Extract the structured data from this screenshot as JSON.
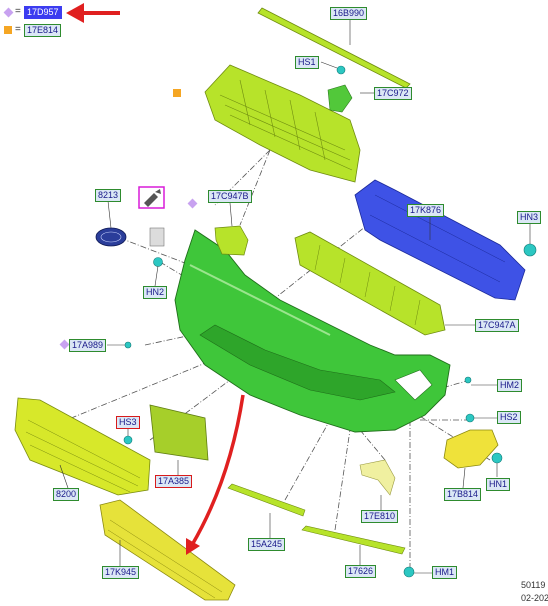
{
  "legend": [
    {
      "symbol": "diamond",
      "text": "17D957",
      "selected": true
    },
    {
      "symbol": "square",
      "text": "17E814",
      "selected": false
    }
  ],
  "colors": {
    "diamond": "#c8a2f0",
    "square": "#f5a623",
    "arrow": "#e02020",
    "label_border": "#2e8b2e",
    "label_border_red": "#d81b1b",
    "label_fill": "#dbe7f5",
    "selected_fill": "#3c3cf0",
    "green_part": "#3fc63a",
    "lime_part": "#b7e32a",
    "yellow_part": "#e6e23a",
    "blue_part": "#3e52e6",
    "cyan_clip": "#2cc7c2"
  },
  "labels": {
    "l16b990": "16B990",
    "hs1": "HS1",
    "l17c972": "17C972",
    "l8213": "8213",
    "l17c947b": "17C947B",
    "l17k876": "17K876",
    "hn3": "HN3",
    "hn2": "HN2",
    "l17c947a": "17C947A",
    "l17a989": "17A989",
    "hm2": "HM2",
    "hs3": "HS3",
    "hs2": "HS2",
    "l17a385": "17A385",
    "l8200": "8200",
    "l17b814": "17B814",
    "hn1": "HN1",
    "l17e810": "17E810",
    "l15a245": "15A245",
    "l17626": "17626",
    "hm1": "HM1",
    "l17k945": "17K945"
  },
  "footer": {
    "line1": "50119",
    "line2": "02-202"
  }
}
